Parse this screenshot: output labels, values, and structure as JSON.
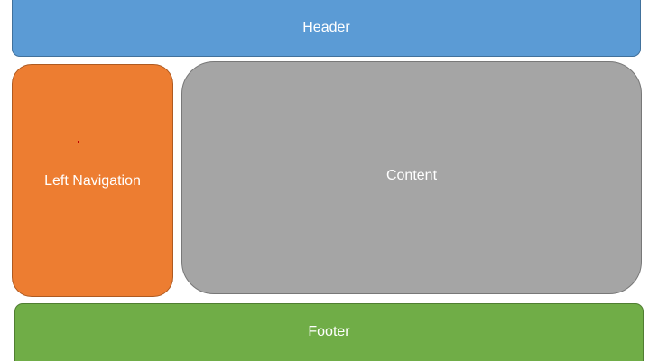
{
  "diagram": {
    "header": {
      "label": "Header",
      "color": "#5b9bd5"
    },
    "left_navigation": {
      "label": "Left Navigation",
      "color": "#ed7d31"
    },
    "content": {
      "label": "Content",
      "color": "#a5a5a5"
    },
    "footer": {
      "label": "Footer",
      "color": "#70ad47"
    }
  }
}
